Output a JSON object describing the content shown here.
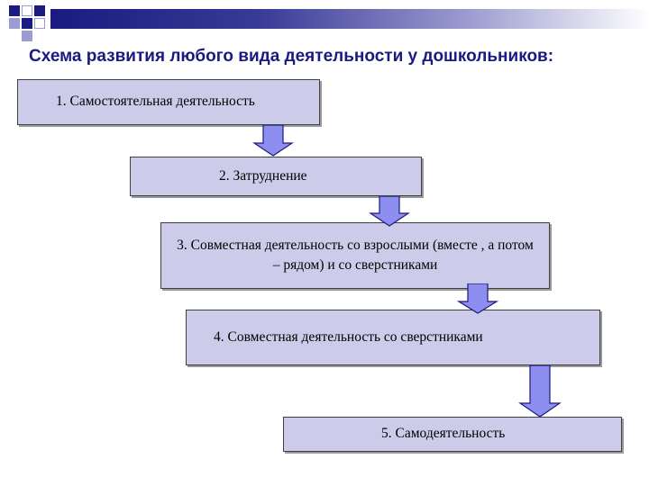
{
  "title": "Схема развития любого вида деятельности у дошкольников:",
  "steps": [
    {
      "label": "1. Самостоятельная деятельность"
    },
    {
      "label": "2. Затруднение"
    },
    {
      "label": "3. Совместная деятельность со взрослыми (вместе , а потом – рядом) и со сверстниками"
    },
    {
      "label": "4. Совместная деятельность со сверстниками"
    },
    {
      "label": "5. Самодеятельность"
    }
  ],
  "colors": {
    "title": "#1a1a80",
    "box_fill": "#ccccea",
    "arrow_fill": "#8e8ef0",
    "accent_dark": "#1a1a80"
  }
}
